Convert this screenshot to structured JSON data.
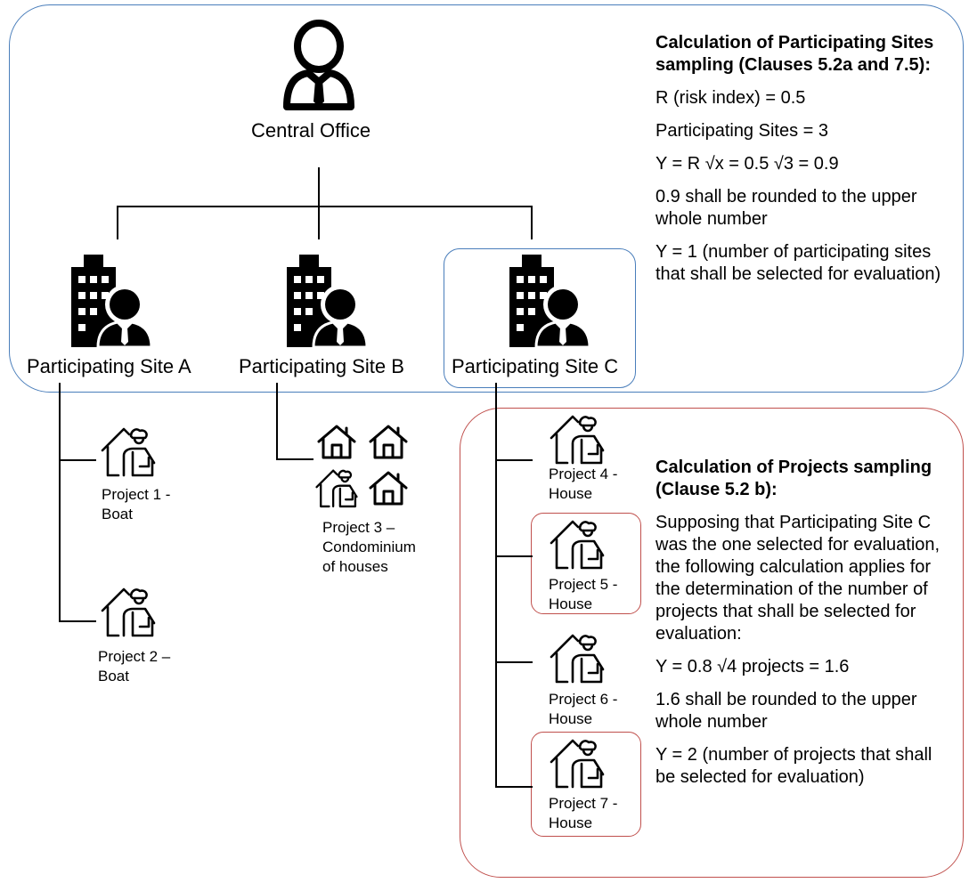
{
  "central": {
    "label": "Central Office"
  },
  "sites": [
    {
      "label": "Participating Site A"
    },
    {
      "label": "Participating Site B"
    },
    {
      "label": "Participating Site C"
    }
  ],
  "projects": [
    {
      "label": "Project 1 - Boat"
    },
    {
      "label": "Project 2 – Boat"
    },
    {
      "label": "Project 3 – Condominium of houses"
    },
    {
      "label": "Project 4 - House"
    },
    {
      "label": "Project 5 - House"
    },
    {
      "label": "Project 6 - House"
    },
    {
      "label": "Project 7 - House"
    }
  ],
  "sites_panel": {
    "heading": "Calculation of Participating Sites sampling (Clauses 5.2a and 7.5):",
    "lines": [
      "R (risk index) = 0.5",
      "Participating Sites = 3",
      "Y = R √x = 0.5 √3 = 0.9",
      "0.9 shall be rounded to the upper whole number",
      "Y = 1 (number of participating sites that shall be selected for evaluation)"
    ]
  },
  "projects_panel": {
    "heading": "Calculation of Projects sampling (Clause 5.2 b):",
    "lines": [
      "Supposing that Participating Site C was the one selected for evaluation, the following calculation applies for the determination of the number of projects that shall be selected for evaluation:",
      "Y = 0.8 √4 projects = 1.6",
      "1.6 shall be rounded to the upper whole number",
      "Y = 2 (number of projects that shall be selected for evaluation)"
    ]
  },
  "colors": {
    "blue_box": "#4a7ebb",
    "red_box": "#c0504d"
  }
}
